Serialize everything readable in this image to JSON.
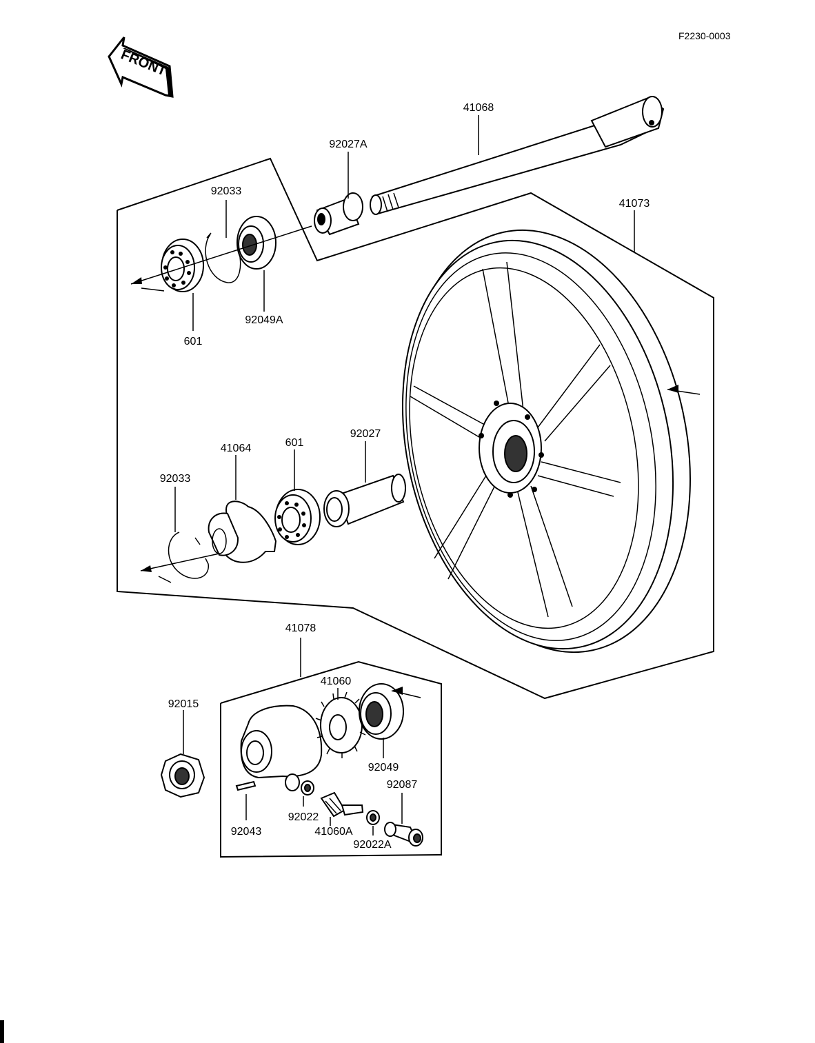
{
  "figure_code": "F2230-0003",
  "front_label": "FRONT",
  "callouts": {
    "axle": "41068",
    "collar_a": "92027A",
    "circlip_top": "92033",
    "wheel": "41073",
    "bearing_top": "601",
    "seal_a": "92049A",
    "hub_plate": "41064",
    "bearing_mid": "601",
    "collar": "92027",
    "circlip_mid": "92033",
    "gear_housing": "41078",
    "gear": "41060",
    "nut": "92015",
    "seal": "92049",
    "bushing": "92087",
    "washer": "92022",
    "pin": "92043",
    "pinion": "41060A",
    "washer_a": "92022A"
  }
}
